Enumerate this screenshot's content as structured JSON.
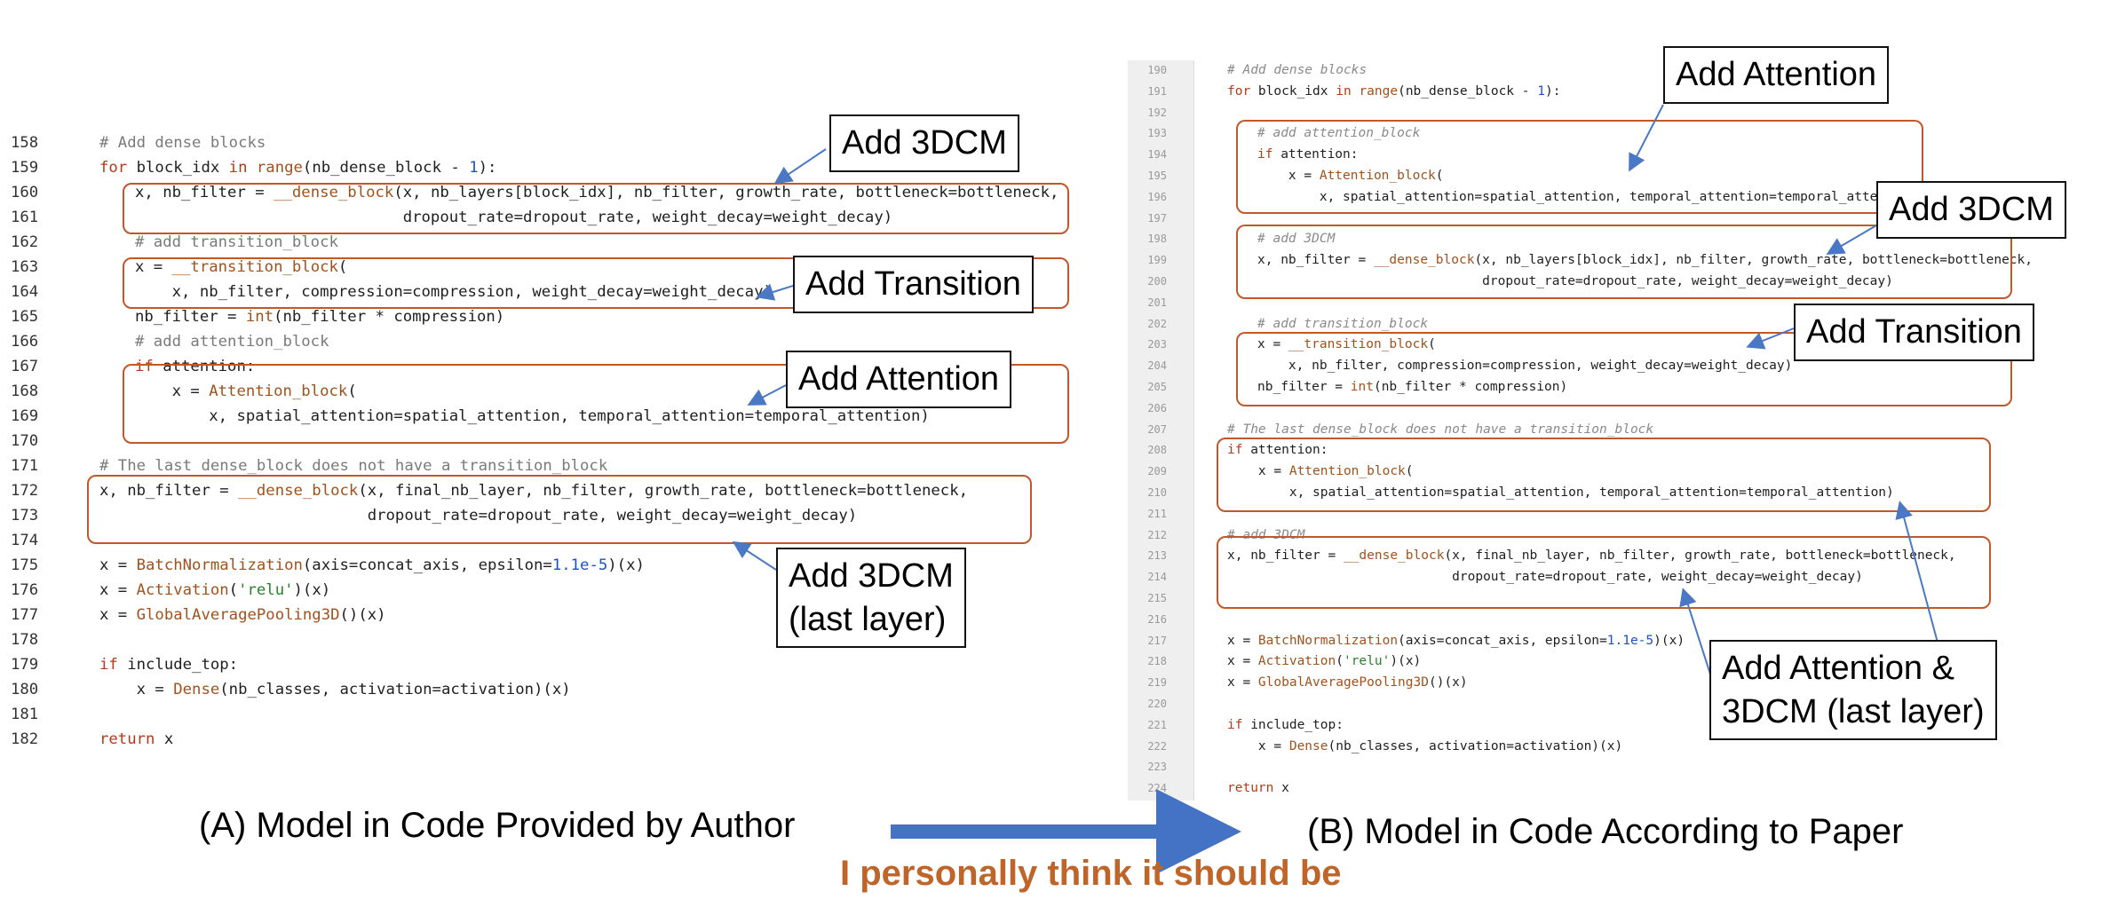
{
  "panel_a": {
    "lines": [
      {
        "n": "158",
        "t": "# Add dense blocks",
        "s": "cmt",
        "i": 0
      },
      {
        "n": "159",
        "t": "for block_idx in range(nb_dense_block - 1):",
        "s": "for",
        "i": 0
      },
      {
        "n": "160",
        "t": "x, nb_filter = __dense_block(x, nb_layers[block_idx], nb_filter, growth_rate, bottleneck=bottleneck,",
        "s": "code",
        "i": 1
      },
      {
        "n": "161",
        "t": "                             dropout_rate=dropout_rate, weight_decay=weight_decay)",
        "s": "code",
        "i": 1
      },
      {
        "n": "162",
        "t": "# add transition_block",
        "s": "cmt",
        "i": 1
      },
      {
        "n": "163",
        "t": "x = __transition_block(",
        "s": "code",
        "i": 1
      },
      {
        "n": "164",
        "t": "    x, nb_filter, compression=compression, weight_decay=weight_decay)",
        "s": "code",
        "i": 1
      },
      {
        "n": "165",
        "t": "nb_filter = int(nb_filter * compression)",
        "s": "code",
        "i": 1
      },
      {
        "n": "166",
        "t": "# add attention_block",
        "s": "cmt",
        "i": 1
      },
      {
        "n": "167",
        "t": "if attention:",
        "s": "if",
        "i": 1
      },
      {
        "n": "168",
        "t": "    x = Attention_block(",
        "s": "code",
        "i": 1
      },
      {
        "n": "169",
        "t": "        x, spatial_attention=spatial_attention, temporal_attention=temporal_attention)",
        "s": "code",
        "i": 1
      },
      {
        "n": "170",
        "t": "",
        "s": "code",
        "i": 0
      },
      {
        "n": "171",
        "t": "# The last dense_block does not have a transition_block",
        "s": "cmt",
        "i": 0
      },
      {
        "n": "172",
        "t": "x, nb_filter = __dense_block(x, final_nb_layer, nb_filter, growth_rate, bottleneck=bottleneck,",
        "s": "code",
        "i": 0
      },
      {
        "n": "173",
        "t": "                             dropout_rate=dropout_rate, weight_decay=weight_decay)",
        "s": "code",
        "i": 0
      },
      {
        "n": "174",
        "t": "",
        "s": "code",
        "i": 0
      },
      {
        "n": "175",
        "t": "x = BatchNormalization(axis=concat_axis, epsilon=1.1e-5)(x)",
        "s": "code",
        "i": 0
      },
      {
        "n": "176",
        "t": "x = Activation('relu')(x)",
        "s": "code",
        "i": 0
      },
      {
        "n": "177",
        "t": "x = GlobalAveragePooling3D()(x)",
        "s": "code",
        "i": 0
      },
      {
        "n": "178",
        "t": "",
        "s": "code",
        "i": 0
      },
      {
        "n": "179",
        "t": "if include_top:",
        "s": "if",
        "i": 0
      },
      {
        "n": "180",
        "t": "    x = Dense(nb_classes, activation=activation)(x)",
        "s": "code",
        "i": 0
      },
      {
        "n": "181",
        "t": "",
        "s": "code",
        "i": 0
      },
      {
        "n": "182",
        "t": "return x",
        "s": "ret",
        "i": 0
      }
    ],
    "callouts": {
      "dcm": "Add 3DCM",
      "transition": "Add Transition",
      "attention": "Add Attention",
      "dcm_last": "Add 3DCM\n(last layer)"
    },
    "caption": "(A) Model in Code Provided by Author"
  },
  "panel_b": {
    "lines": [
      {
        "n": "190",
        "t": "# Add dense blocks",
        "s": "cmti",
        "i": 0
      },
      {
        "n": "191",
        "t": "for block_idx in range(nb_dense_block - 1):",
        "s": "for",
        "i": 0
      },
      {
        "n": "192",
        "t": "",
        "s": "code",
        "i": 0
      },
      {
        "n": "193",
        "t": "# add attention_block",
        "s": "cmti",
        "i": 1
      },
      {
        "n": "194",
        "t": "if attention:",
        "s": "if",
        "i": 1
      },
      {
        "n": "195",
        "t": "    x = Attention_block(",
        "s": "code",
        "i": 1
      },
      {
        "n": "196",
        "t": "        x, spatial_attention=spatial_attention, temporal_attention=temporal_attention)",
        "s": "code",
        "i": 1
      },
      {
        "n": "197",
        "t": "",
        "s": "code",
        "i": 0
      },
      {
        "n": "198",
        "t": "# add 3DCM",
        "s": "cmti",
        "i": 1
      },
      {
        "n": "199",
        "t": "x, nb_filter = __dense_block(x, nb_layers[block_idx], nb_filter, growth_rate, bottleneck=bottleneck,",
        "s": "code",
        "i": 1
      },
      {
        "n": "200",
        "t": "                             dropout_rate=dropout_rate, weight_decay=weight_decay)",
        "s": "code",
        "i": 1
      },
      {
        "n": "201",
        "t": "",
        "s": "code",
        "i": 0
      },
      {
        "n": "202",
        "t": "# add transition_block",
        "s": "cmti",
        "i": 1
      },
      {
        "n": "203",
        "t": "x = __transition_block(",
        "s": "code",
        "i": 1
      },
      {
        "n": "204",
        "t": "    x, nb_filter, compression=compression, weight_decay=weight_decay)",
        "s": "code",
        "i": 1
      },
      {
        "n": "205",
        "t": "nb_filter = int(nb_filter * compression)",
        "s": "code",
        "i": 1
      },
      {
        "n": "206",
        "t": "",
        "s": "code",
        "i": 0
      },
      {
        "n": "207",
        "t": "# The last dense_block does not have a transition_block",
        "s": "cmti",
        "i": 0
      },
      {
        "n": "208",
        "t": "if attention:",
        "s": "if",
        "i": 0
      },
      {
        "n": "209",
        "t": "    x = Attention_block(",
        "s": "code",
        "i": 0
      },
      {
        "n": "210",
        "t": "        x, spatial_attention=spatial_attention, temporal_attention=temporal_attention)",
        "s": "code",
        "i": 0
      },
      {
        "n": "211",
        "t": "",
        "s": "code",
        "i": 0
      },
      {
        "n": "212",
        "t": "# add 3DCM",
        "s": "cmti",
        "i": 0
      },
      {
        "n": "213",
        "t": "x, nb_filter = __dense_block(x, final_nb_layer, nb_filter, growth_rate, bottleneck=bottleneck,",
        "s": "code",
        "i": 0
      },
      {
        "n": "214",
        "t": "                             dropout_rate=dropout_rate, weight_decay=weight_decay)",
        "s": "code",
        "i": 0
      },
      {
        "n": "215",
        "t": "",
        "s": "code",
        "i": 0
      },
      {
        "n": "216",
        "t": "",
        "s": "code",
        "i": 0
      },
      {
        "n": "217",
        "t": "x = BatchNormalization(axis=concat_axis, epsilon=1.1e-5)(x)",
        "s": "code",
        "i": 0
      },
      {
        "n": "218",
        "t": "x = Activation('relu')(x)",
        "s": "code",
        "i": 0
      },
      {
        "n": "219",
        "t": "x = GlobalAveragePooling3D()(x)",
        "s": "code",
        "i": 0
      },
      {
        "n": "220",
        "t": "",
        "s": "code",
        "i": 0
      },
      {
        "n": "221",
        "t": "if include_top:",
        "s": "if",
        "i": 0
      },
      {
        "n": "222",
        "t": "    x = Dense(nb_classes, activation=activation)(x)",
        "s": "code",
        "i": 0
      },
      {
        "n": "223",
        "t": "",
        "s": "code",
        "i": 0
      },
      {
        "n": "224",
        "t": "return x",
        "s": "ret",
        "i": 0
      }
    ],
    "callouts": {
      "attention": "Add Attention",
      "dcm": "Add 3DCM",
      "transition": "Add Transition",
      "attention_dcm_last": "Add Attention &\n3DCM (last layer)"
    },
    "caption": "(B) Model in Code According to Paper"
  },
  "note": "I personally think it should be",
  "colors": {
    "highlight_box": "#c0582a",
    "callout_arrow": "#4a78c4",
    "big_arrow": "#4472c4",
    "note": "#c0652a"
  }
}
